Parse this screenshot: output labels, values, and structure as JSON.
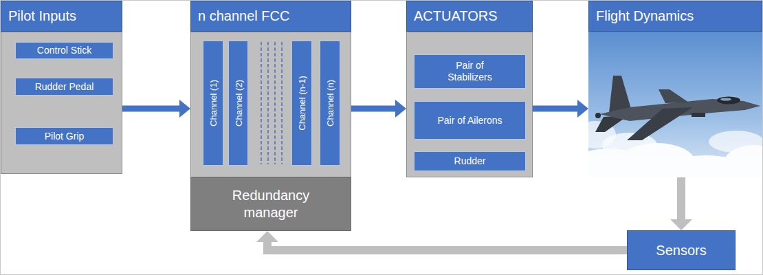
{
  "diagram": {
    "nodes": [
      {
        "text": [
          "Pilot Inputs"
        ]
      },
      {
        "text": [
          "Control Stick"
        ],
        "in": 0
      },
      {
        "text": [
          "Rudder Pedal"
        ],
        "in": 0
      },
      {
        "text": [
          "Pilot Grip"
        ],
        "in": 0
      },
      {
        "text": [
          "n channel FCC"
        ]
      },
      {
        "text": [
          "Channel (1)"
        ],
        "in": 4
      },
      {
        "text": [
          "Channel (2)"
        ],
        "in": 4
      },
      {
        "text": [
          "Channel (n-1)"
        ],
        "in": 4
      },
      {
        "text": [
          "Channel (n)"
        ],
        "in": 4
      },
      {
        "text": [
          "Redundancy manager"
        ],
        "in": 4
      },
      {
        "text": [
          "ACTUATORS"
        ]
      },
      {
        "text": [
          "Pair of Stabilizers"
        ],
        "in": 10
      },
      {
        "text": [
          "Pair of Ailerons"
        ],
        "in": 10
      },
      {
        "text": [
          "Rudder"
        ],
        "in": 10
      },
      {
        "text": [
          "Flight Dynamics"
        ]
      },
      {
        "text": [
          "Sensors"
        ]
      }
    ],
    "edges": [
      {
        "from": 0,
        "to": 4,
        "arrow": "to"
      },
      {
        "from": 4,
        "to": 10,
        "arrow": "to"
      },
      {
        "from": 10,
        "to": 14,
        "arrow": "to"
      },
      {
        "from": 14,
        "to": 15,
        "arrow": "to"
      },
      {
        "from": 15,
        "to": 9,
        "arrow": "to"
      }
    ]
  }
}
